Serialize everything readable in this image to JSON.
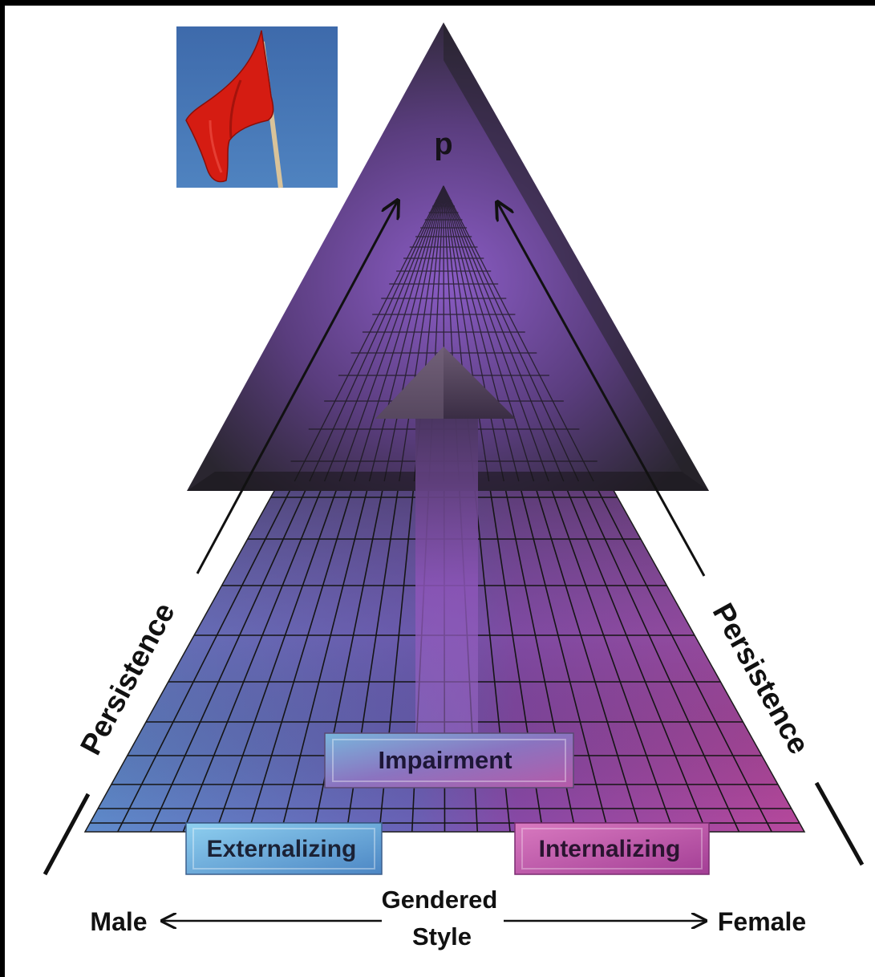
{
  "apex_label": "p",
  "labels": {
    "persistence_left": "Persistence",
    "persistence_right": "Persistence",
    "impairment": "Impairment",
    "externalizing": "Externalizing",
    "internalizing": "Internalizing",
    "gendered_line1": "Gendered",
    "gendered_line2": "Style",
    "male": "Male",
    "female": "Female"
  },
  "icons": {
    "flag": "red-flag-icon"
  },
  "colors": {
    "blue": "#5d86c6",
    "purple": "#7a48a4",
    "magenta": "#b2489f",
    "dark": "#2e2a30",
    "sky": "#3f6fb0",
    "flag_red": "#d41a12"
  }
}
